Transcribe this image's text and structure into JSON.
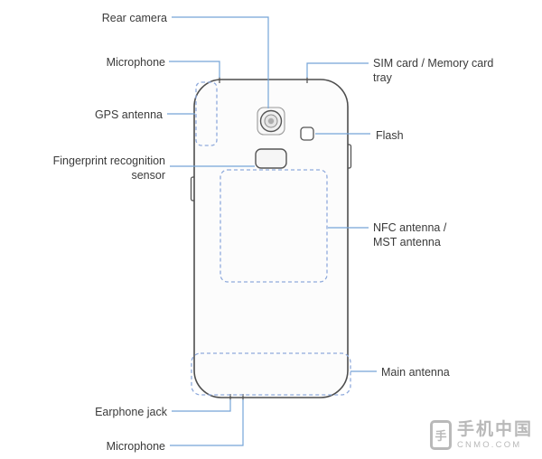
{
  "labels": {
    "rear_camera": "Rear camera",
    "microphone_top": "Microphone",
    "gps_antenna": "GPS antenna",
    "fingerprint_sensor": "Fingerprint recognition sensor",
    "sim_card_tray": "SIM card / Memory card tray",
    "flash": "Flash",
    "nfc_antenna": "NFC antenna / MST antenna",
    "main_antenna": "Main antenna",
    "earphone_jack": "Earphone jack",
    "microphone_bottom": "Microphone"
  },
  "colors": {
    "callout_line": "#76a5d8",
    "dashed_area": "#8faadc",
    "phone_outline": "#4d4d4d",
    "label_text": "#3a3a3a",
    "watermark": "#b9b9b9"
  },
  "watermark": {
    "brand": "手机中国",
    "site": "CNMO.COM",
    "icon_char": "手"
  }
}
